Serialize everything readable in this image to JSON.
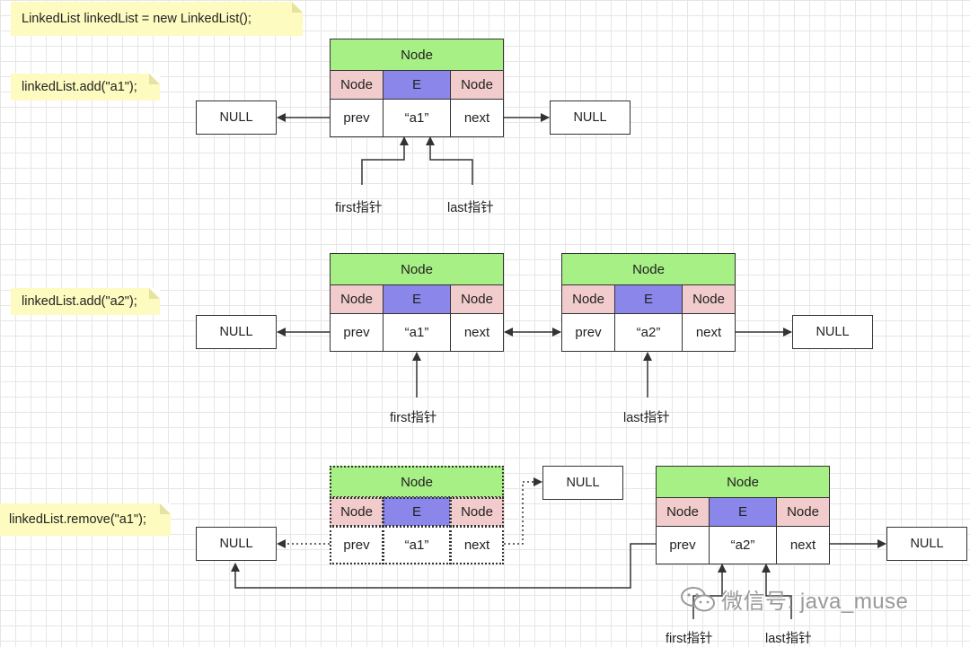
{
  "notes": {
    "init": "LinkedList linkedList = new LinkedList();",
    "add_a1": "linkedList.add(\"a1\");",
    "add_a2": "linkedList.add(\"a2\");",
    "remove_a1": "linkedList.remove(\"a1\");"
  },
  "node": {
    "title": "Node",
    "prev_type": "Node",
    "elem_type": "E",
    "next_type": "Node",
    "prev": "prev",
    "next": "next"
  },
  "values": {
    "a1": "“a1”",
    "a2": "“a2”"
  },
  "null_text": "NULL",
  "pointers": {
    "first": "first指针",
    "last": "last指针"
  },
  "watermark": "微信号: java_muse",
  "colors": {
    "header_green": "#a7f085",
    "type_pink": "#f2cccc",
    "elem_purple": "#8a86ea",
    "note_yellow": "#fdfbc0"
  }
}
